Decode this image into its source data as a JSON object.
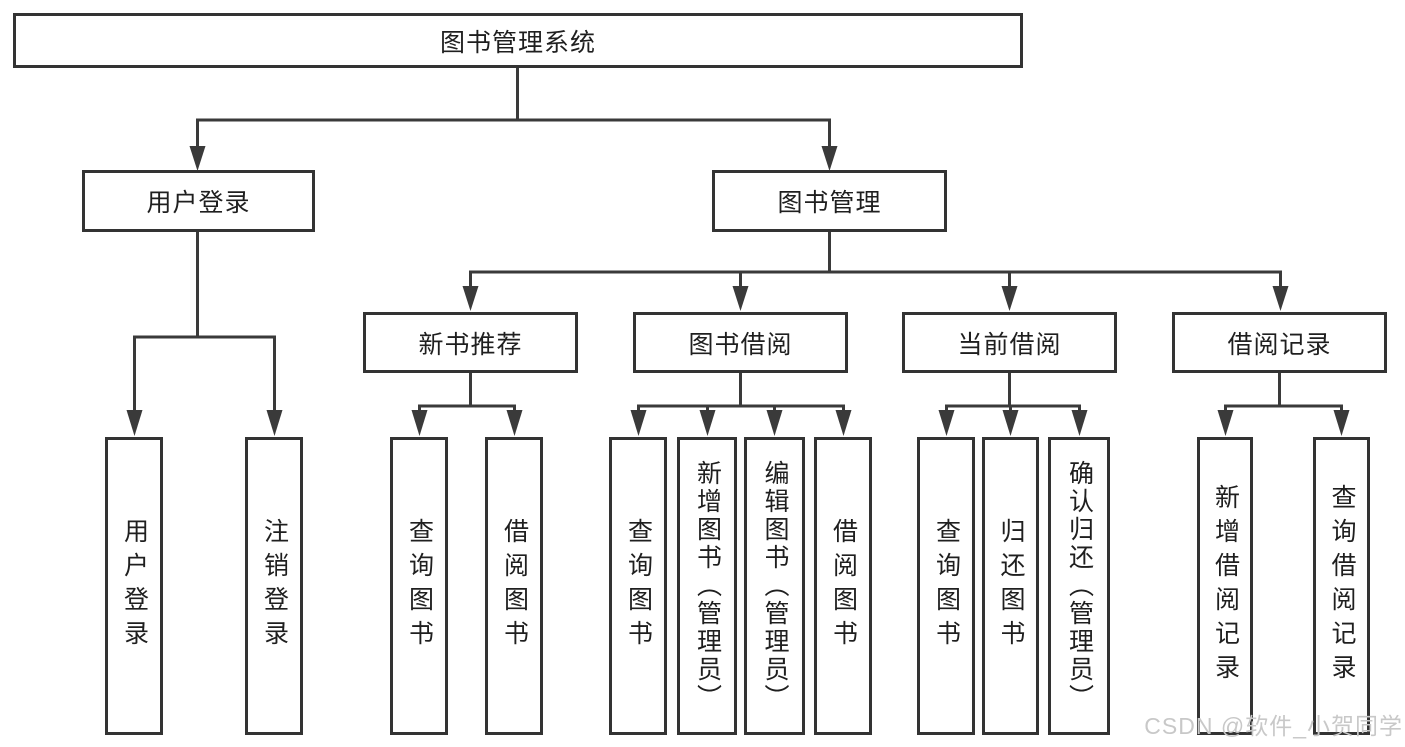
{
  "diagram": {
    "root_label": "图书管理系统",
    "level2": {
      "user_login": "用户登录",
      "book_management": "图书管理"
    },
    "level3": {
      "new_book_recommend": "新书推荐",
      "book_borrow": "图书借阅",
      "current_borrow": "当前借阅",
      "borrow_record": "借阅记录"
    },
    "leaves": {
      "user_login_group": [
        "用户登录",
        "注销登录"
      ],
      "new_book_group": [
        "查询图书",
        "借阅图书"
      ],
      "book_borrow_group": [
        "查询图书",
        "新增图书（管理员）",
        "编辑图书（管理员）",
        "借阅图书"
      ],
      "current_borrow_group": [
        "查询图书",
        "归还图书",
        "确认归还（管理员）"
      ],
      "borrow_record_group": [
        "新增借阅记录",
        "查询借阅记录"
      ]
    }
  },
  "watermark": "CSDN @软件_小贺同学",
  "colors": {
    "line": "#3a3a3a",
    "border": "#333333",
    "text": "#1f1f1f",
    "watermark": "#c8c8c8",
    "background": "#ffffff"
  }
}
